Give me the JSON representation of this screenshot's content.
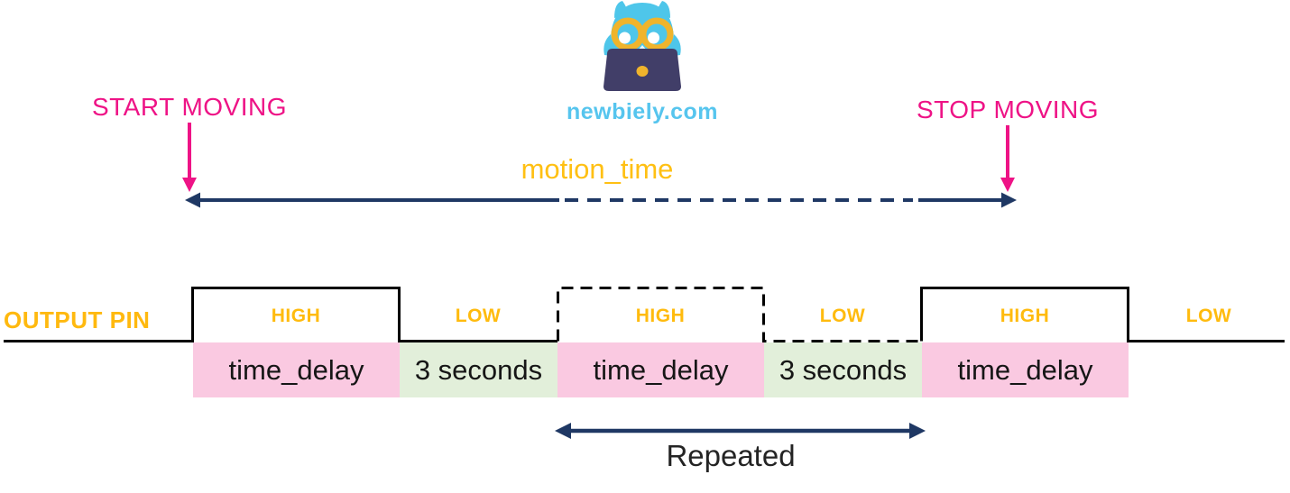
{
  "logo": {
    "site_name": "newbiely.com"
  },
  "annotations": {
    "start_label": "START MOVING",
    "stop_label": "STOP MOVING",
    "motion_time_label": "motion_time",
    "repeated_label": "Repeated"
  },
  "signal": {
    "name": "OUTPUT PIN",
    "level_labels": [
      "HIGH",
      "LOW",
      "HIGH",
      "LOW",
      "HIGH",
      "LOW"
    ],
    "duration_boxes": [
      {
        "label": "time_delay",
        "phase": "HIGH"
      },
      {
        "label": "3 seconds",
        "phase": "LOW"
      },
      {
        "label": "time_delay",
        "phase": "HIGH"
      },
      {
        "label": "3 seconds",
        "phase": "LOW"
      },
      {
        "label": "time_delay",
        "phase": "HIGH"
      }
    ]
  },
  "colors": {
    "magenta": "#EE1386",
    "navy": "#1F3864",
    "gold": "#FFBB0E",
    "pink_box": "#FAC9E1",
    "green_box": "#E2EFDA",
    "waveform_black": "#000000",
    "owl_blue": "#4EC6EA",
    "laptop_navy": "#413E68",
    "glasses_gold": "#F0B42C",
    "logo_text_blue": "#56C5EE"
  }
}
